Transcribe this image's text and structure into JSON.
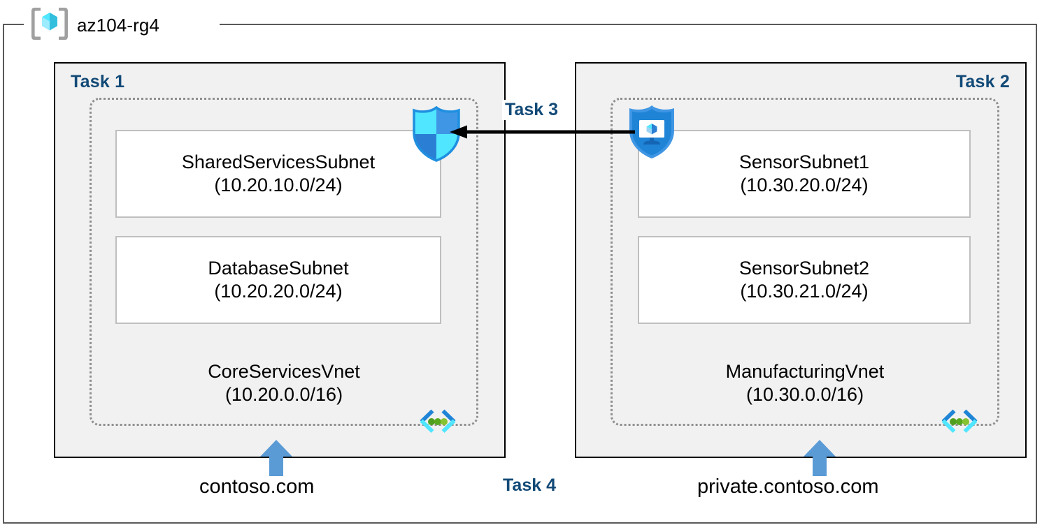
{
  "resource_group": {
    "name": "az104-rg4",
    "icon": "azure-resource-group-icon"
  },
  "panels": [
    {
      "id": "left",
      "task_label": "Task 1",
      "vnet": {
        "name": "CoreServicesVnet",
        "cidr": "(10.20.0.0/16)",
        "icon": "virtual-network-icon"
      },
      "subnets": [
        {
          "name": "SharedServicesSubnet",
          "cidr": "(10.20.10.0/24)"
        },
        {
          "name": "DatabaseSubnet",
          "cidr": "(10.20.20.0/24)"
        }
      ],
      "dns_zone": "contoso.com",
      "dns_arrow_icon": "up-arrow-icon"
    },
    {
      "id": "right",
      "task_label": "Task 2",
      "vnet": {
        "name": "ManufacturingVnet",
        "cidr": "(10.30.0.0/16)",
        "icon": "virtual-network-icon"
      },
      "subnets": [
        {
          "name": "SensorSubnet1",
          "cidr": "(10.30.20.0/24)"
        },
        {
          "name": "SensorSubnet2",
          "cidr": "(10.30.21.0/24)"
        }
      ],
      "dns_zone": "private.contoso.com",
      "dns_arrow_icon": "up-arrow-icon"
    }
  ],
  "connections": {
    "peering": {
      "label": "Task 3",
      "icon": "peering-arrow-icon",
      "direction": "right-to-left"
    },
    "dns_task": {
      "label": "Task 4"
    }
  },
  "icons": {
    "nsg_shield": "network-security-group-shield-icon",
    "firewall_shield": "azure-firewall-shield-icon"
  },
  "colors": {
    "task_label": "#124a77",
    "panel_fill": "#f1f1f1",
    "panel_border": "#000000",
    "vnet_dotted_border": "#8f8f8f",
    "subnet_border": "#bfbfbf",
    "rg_frame": "#595959",
    "dns_arrow": "#5b9bd5",
    "azure_blue": "#0078d4",
    "azure_cyan": "#50e6ff"
  }
}
